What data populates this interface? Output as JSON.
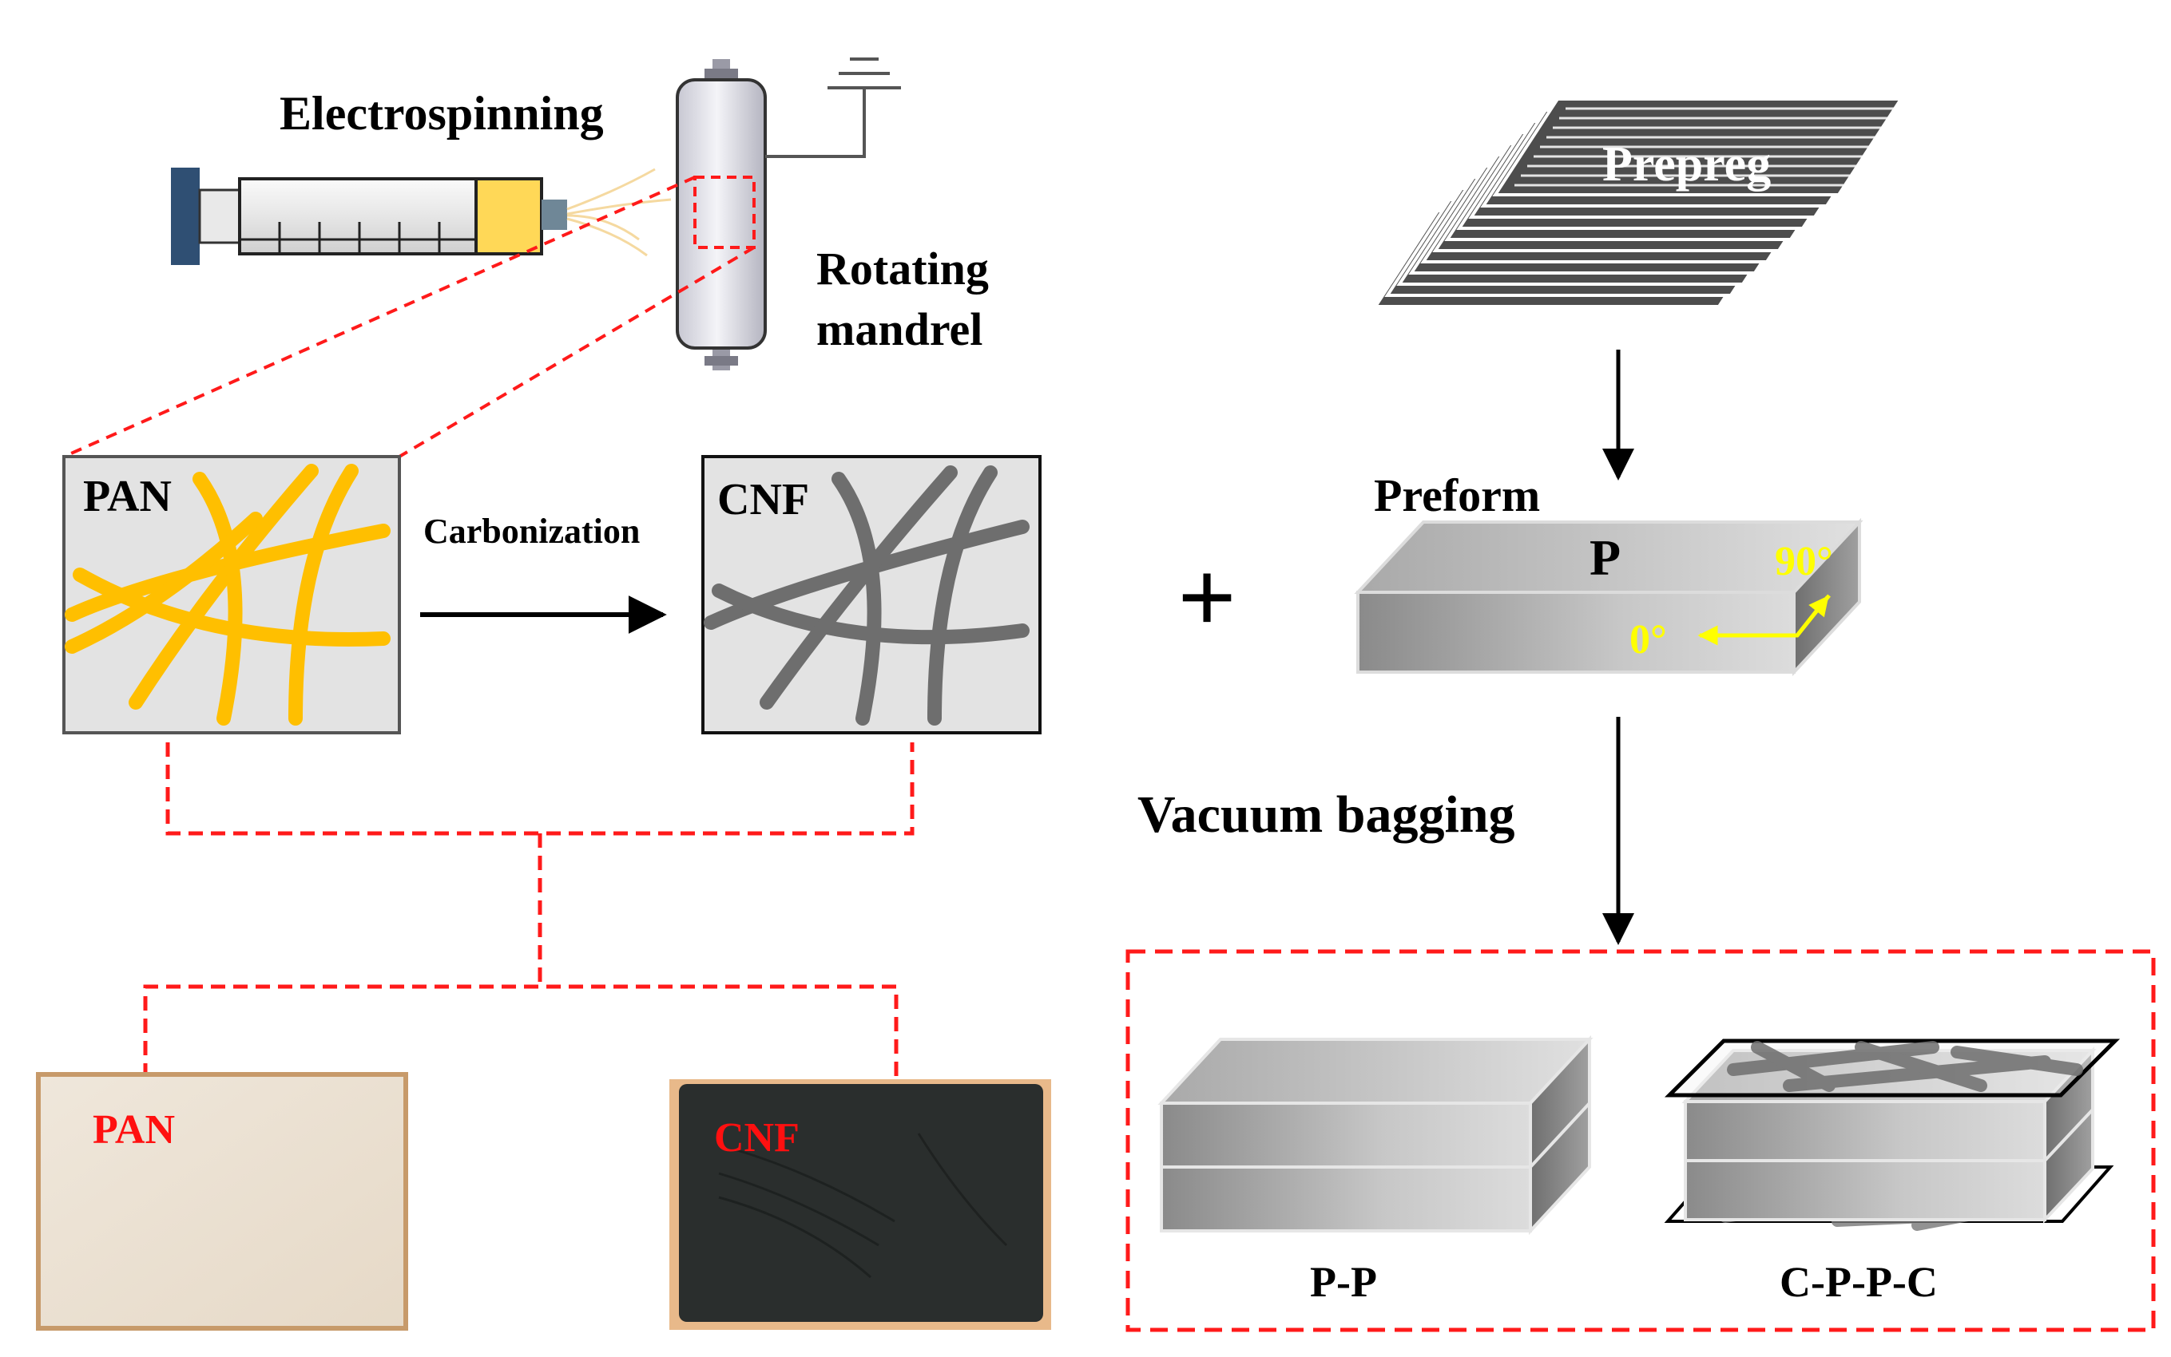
{
  "labels": {
    "electrospinning": "Electrospinning",
    "rotating": "Rotating",
    "mandrel": "mandrel",
    "prepreg": "Prepreg",
    "pan_box": "PAN",
    "carbonization": "Carbonization",
    "cnf_box": "CNF",
    "preform": "Preform",
    "preform_p": "P",
    "angle_90": "90°",
    "angle_0": "0°",
    "plus": "+",
    "vacuum_bagging": "Vacuum bagging",
    "pan_photo": "PAN",
    "cnf_photo": "CNF",
    "pp": "P-P",
    "cppc": "C-P-P-C"
  },
  "colors": {
    "dashed_red": "#ff1a1a",
    "pan_fiber": "#ffbf00",
    "cnf_fiber": "#6e6e6e",
    "angle_text": "#ffff00",
    "photo_label": "#ff1010"
  }
}
